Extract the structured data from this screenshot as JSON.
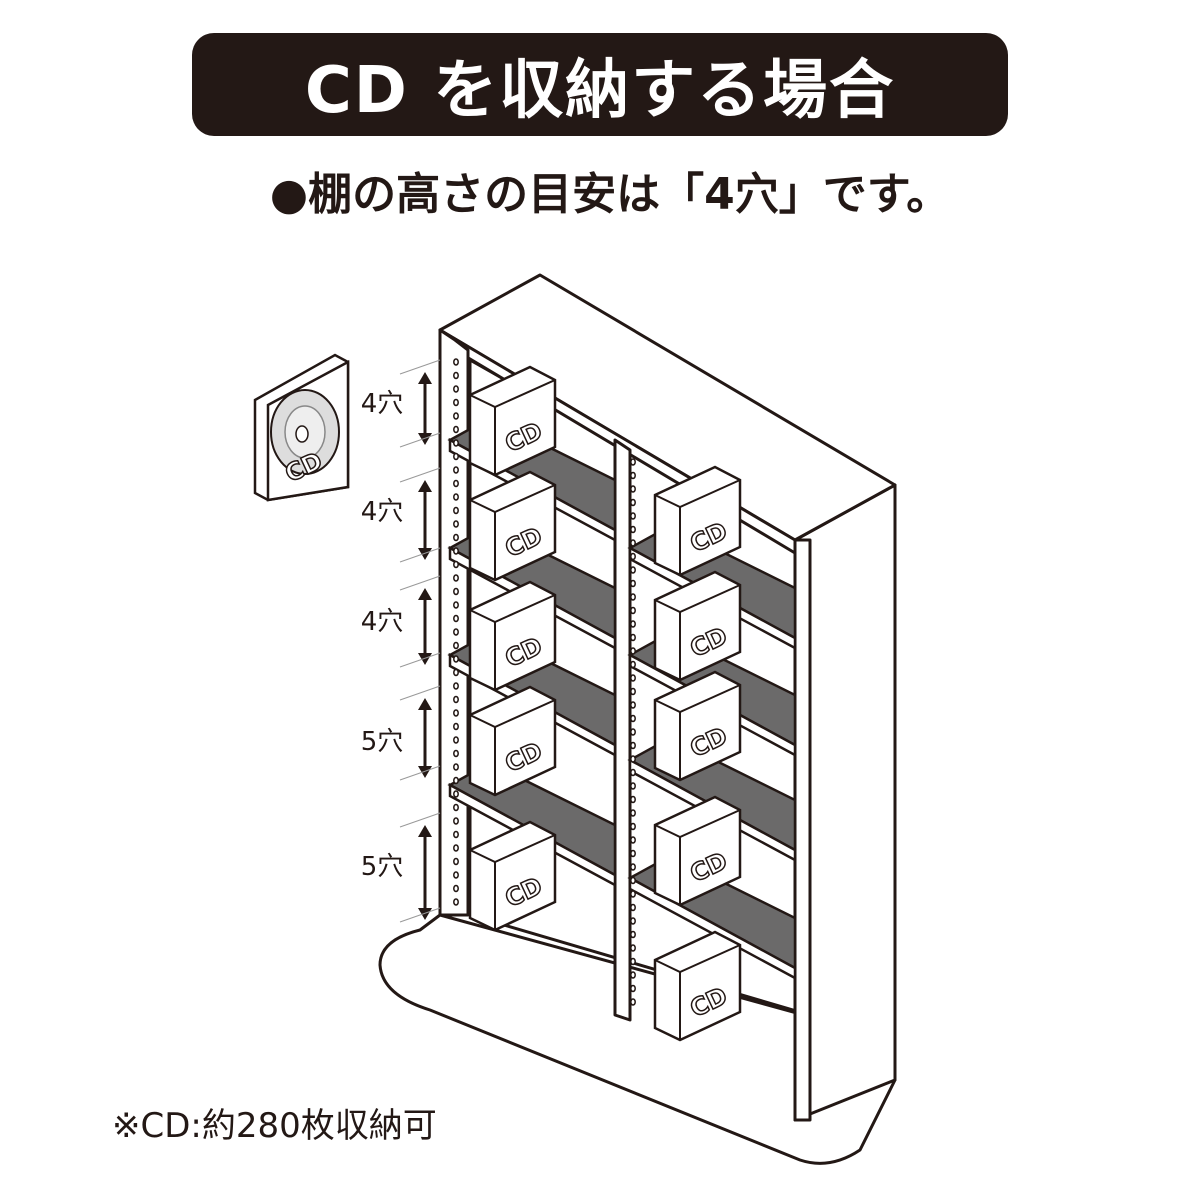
{
  "title": "CD を収納する場合",
  "subtitle": "●棚の高さの目安は「4穴」です。",
  "height_labels": [
    "4穴",
    "4穴",
    "4穴",
    "5穴",
    "5穴"
  ],
  "cd_label": "CD",
  "footnote": "※CD:約280枚収納可",
  "colors": {
    "dark": "#231815",
    "shelf": "#6b6a6a",
    "white": "#ffffff"
  }
}
